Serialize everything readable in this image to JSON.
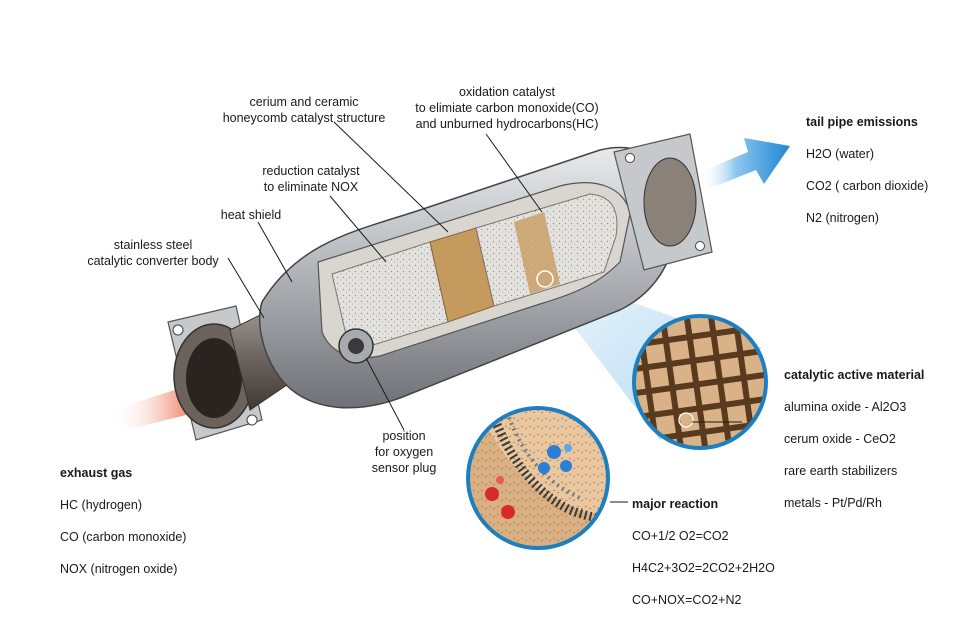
{
  "labels": {
    "cerium": "cerium and ceramic\nhoneycomb catalyst structure",
    "oxidation": "oxidation catalyst\nto elimiate carbon monoxide(CO)\nand unburned hydrocarbons(HC)",
    "reduction": "reduction catalyst\nto eliminate NOX",
    "heat_shield": "heat shield",
    "body": "stainless steel\ncatalytic converter body",
    "sensor": "position\nfor oxygen\nsensor plug"
  },
  "tail": {
    "heading": "tail pipe emissions",
    "items": [
      "H2O (water)",
      "CO2 ( carbon dioxide)",
      "N2 (nitrogen)"
    ]
  },
  "exhaust": {
    "heading": "exhaust gas",
    "items": [
      "HC (hydrogen)",
      "CO (carbon monoxide)",
      "NOX (nitrogen oxide)"
    ]
  },
  "catalytic": {
    "heading": "catalytic active material",
    "items": [
      "alumina oxide - Al2O3",
      "cerum oxide - CeO2",
      "rare earth stabilizers",
      "metals - Pt/Pd/Rh"
    ]
  },
  "reaction": {
    "heading": "major reaction",
    "items": [
      "CO+1/2 O2=CO2",
      "H4C2+3O2=2CO2+2H2O",
      "CO+NOX=CO2+N2"
    ]
  },
  "colors": {
    "inlet_arrow": "#e8452c",
    "outlet_arrow": "#2a8fd6",
    "catalyst_band": "#c49a5e",
    "metal": "#b8bcc0"
  }
}
